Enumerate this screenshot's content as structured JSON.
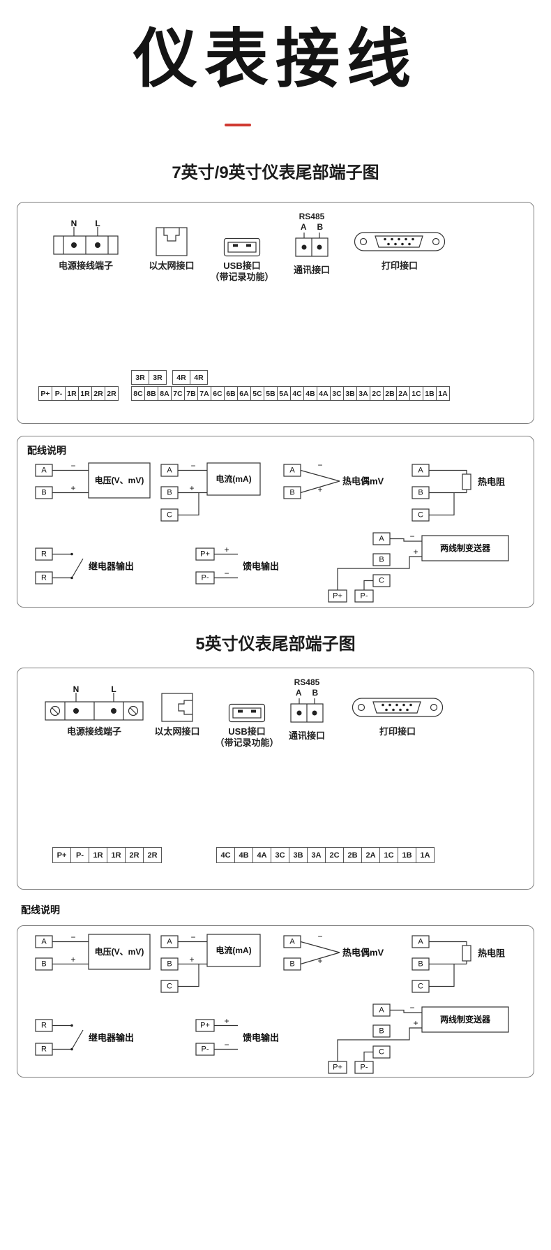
{
  "page": {
    "title": "仪表接线",
    "accent_color": "#d03a32"
  },
  "section7": {
    "heading": "7英寸/9英寸仪表尾部端子图",
    "terminals": {
      "relay_a": [
        "3R",
        "3R"
      ],
      "relay_b": [
        "4R",
        "4R"
      ],
      "left": [
        "P+",
        "P-",
        "1R",
        "1R",
        "2R",
        "2R"
      ],
      "main": [
        "8C",
        "8B",
        "8A",
        "7C",
        "7B",
        "7A",
        "6C",
        "6B",
        "6A",
        "5C",
        "5B",
        "5A",
        "4C",
        "4B",
        "4A",
        "3C",
        "3B",
        "3A",
        "2C",
        "2B",
        "2A",
        "1C",
        "1B",
        "1A"
      ]
    }
  },
  "section5": {
    "heading": "5英寸仪表尾部端子图",
    "terminals": {
      "left": [
        "P+",
        "P-",
        "1R",
        "1R",
        "2R",
        "2R"
      ],
      "main": [
        "4C",
        "4B",
        "4A",
        "3C",
        "3B",
        "3A",
        "2C",
        "2B",
        "2A",
        "1C",
        "1B",
        "1A"
      ]
    }
  },
  "connectors": {
    "power": {
      "n": "N",
      "l": "L",
      "label": "电源接线端子"
    },
    "ethernet": {
      "label": "以太网接口"
    },
    "usb": {
      "label": "USB接口",
      "sublabel": "（带记录功能）"
    },
    "comm": {
      "title": "RS485",
      "a": "A",
      "b": "B",
      "label": "通讯接口"
    },
    "printer": {
      "label": "打印接口"
    }
  },
  "wiring": {
    "heading": "配线说明",
    "plus": "+",
    "minus": "−",
    "voltage": {
      "a": "A",
      "b": "B",
      "label": "电压(V、mV)"
    },
    "current": {
      "a": "A",
      "b": "B",
      "c": "C",
      "label": "电流(mA)"
    },
    "thermocouple": {
      "a": "A",
      "b": "B",
      "label": "热电偶mV"
    },
    "rtd": {
      "a": "A",
      "b": "B",
      "c": "C",
      "label": "热电阻"
    },
    "relay": {
      "r1": "R",
      "r2": "R",
      "label": "继电器输出"
    },
    "feed": {
      "p_plus": "P+",
      "p_minus": "P-",
      "label": "馈电输出"
    },
    "transmitter": {
      "a": "A",
      "b": "B",
      "c": "C",
      "p_plus": "P+",
      "p_minus": "P-",
      "label": "两线制变送器"
    }
  }
}
